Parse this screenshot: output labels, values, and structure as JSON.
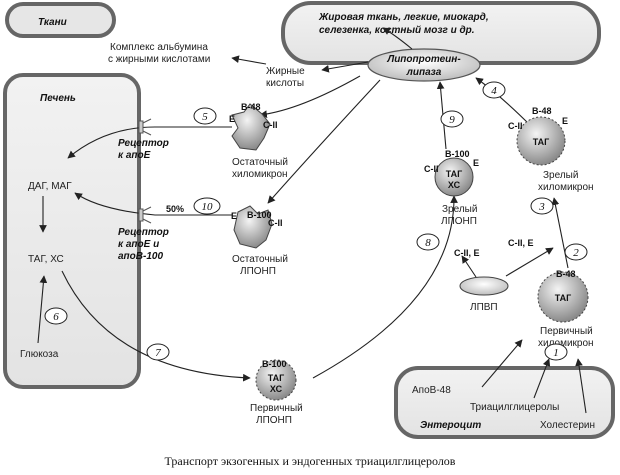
{
  "caption": "Транспорт экзогенных и эндогенных триацилглицеролов",
  "compartments": {
    "tissues": "Ткани",
    "fat_tissue_1": "Жировая ткань, легкие, миокард,",
    "fat_tissue_2": "селезенка, костный мозг и др.",
    "liver": "Печень",
    "enterocyte": "Энтероцит"
  },
  "enzyme": {
    "line1": "Липопротеин-",
    "line2": "липаза"
  },
  "metabolites": {
    "albumin_1": "Комплекс альбумина",
    "albumin_2": "с жирными кислотами",
    "fatty_acids_1": "Жирные",
    "fatty_acids_2": "кислоты",
    "dag_mag": "ДАГ, МАГ",
    "tag_chol": "ТАГ, ХС",
    "glucose": "Глюкоза",
    "apob48": "АпоВ-48",
    "triacylglycerols": "Триацилглицеролы",
    "cholesterol": "Холестерин"
  },
  "particles": {
    "remnant_chylo": {
      "label1": "Остаточный",
      "label2": "хиломикрон",
      "apo_b": "В-48",
      "apo_e": "E",
      "apo_c": "C-II"
    },
    "remnant_vldl": {
      "label1": "Остаточный",
      "label2": "ЛПОНП",
      "apo_b": "В-100",
      "apo_e": "E",
      "apo_c": "C-II"
    },
    "mature_vldl": {
      "label1": "Зрелый",
      "label2": "ЛПОНП",
      "apo_b": "В-100",
      "apo_e": "E",
      "apo_c": "C-II",
      "core1": "ТАГ",
      "core2": "ХС"
    },
    "mature_chylo": {
      "label1": "Зрелый",
      "label2": "хиломикрон",
      "apo_b": "В-48",
      "apo_e": "E",
      "apo_c": "C-II",
      "core": "ТАГ"
    },
    "primary_chylo": {
      "label1": "Первичный",
      "label2": "хиломикрон",
      "apo_b": "В-48",
      "core": "ТАГ"
    },
    "primary_vldl": {
      "label1": "Первичный",
      "label2": "ЛПОНП",
      "apo_b": "В-100",
      "core1": "ТАГ",
      "core2": "ХС"
    },
    "hdl": {
      "label": "ЛПВП",
      "transfer1": "C-II, E",
      "transfer2": "C-II, E"
    }
  },
  "receptors": {
    "apoe_1": "Рецептор",
    "apoe_2": "к апоЕ",
    "apoe_b100_1": "Рецептор",
    "apoe_b100_2": "к апоЕ и",
    "apoe_b100_3": "апоВ-100",
    "percent": "50%"
  },
  "steps": [
    "1",
    "2",
    "3",
    "4",
    "5",
    "6",
    "7",
    "8",
    "9",
    "10"
  ]
}
